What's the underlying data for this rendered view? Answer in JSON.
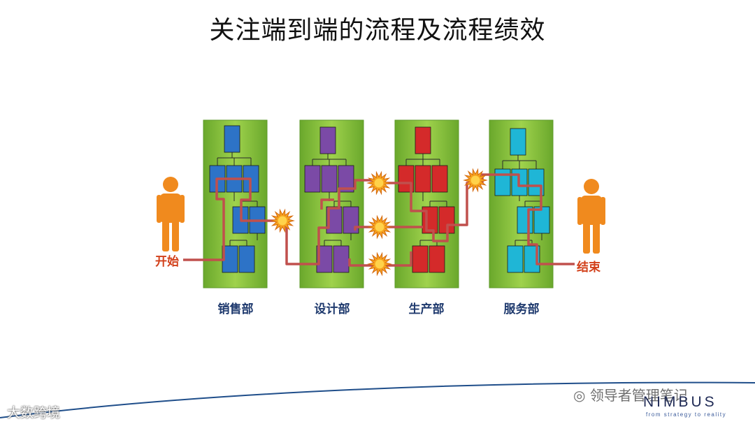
{
  "title": "关注端到端的流程及流程绩效",
  "departments": [
    {
      "label": "销售部",
      "color": "#2d73c7"
    },
    {
      "label": "设计部",
      "color": "#7b4aa6"
    },
    {
      "label": "生产部",
      "color": "#d42a2a"
    },
    {
      "label": "服务部",
      "color": "#1fb6d6"
    }
  ],
  "endpoints": {
    "start": "开始",
    "end": "结束"
  },
  "colors": {
    "panel": "#8cc43e",
    "flow_line": "#c0504d",
    "person": "#f08a1e",
    "burst": "#f6a21e"
  },
  "watermarks": {
    "wechat": "领导者管理笔记",
    "corner": "大数跨境"
  },
  "logo": {
    "name": "NIMBUS",
    "tagline": "from strategy to reality"
  }
}
